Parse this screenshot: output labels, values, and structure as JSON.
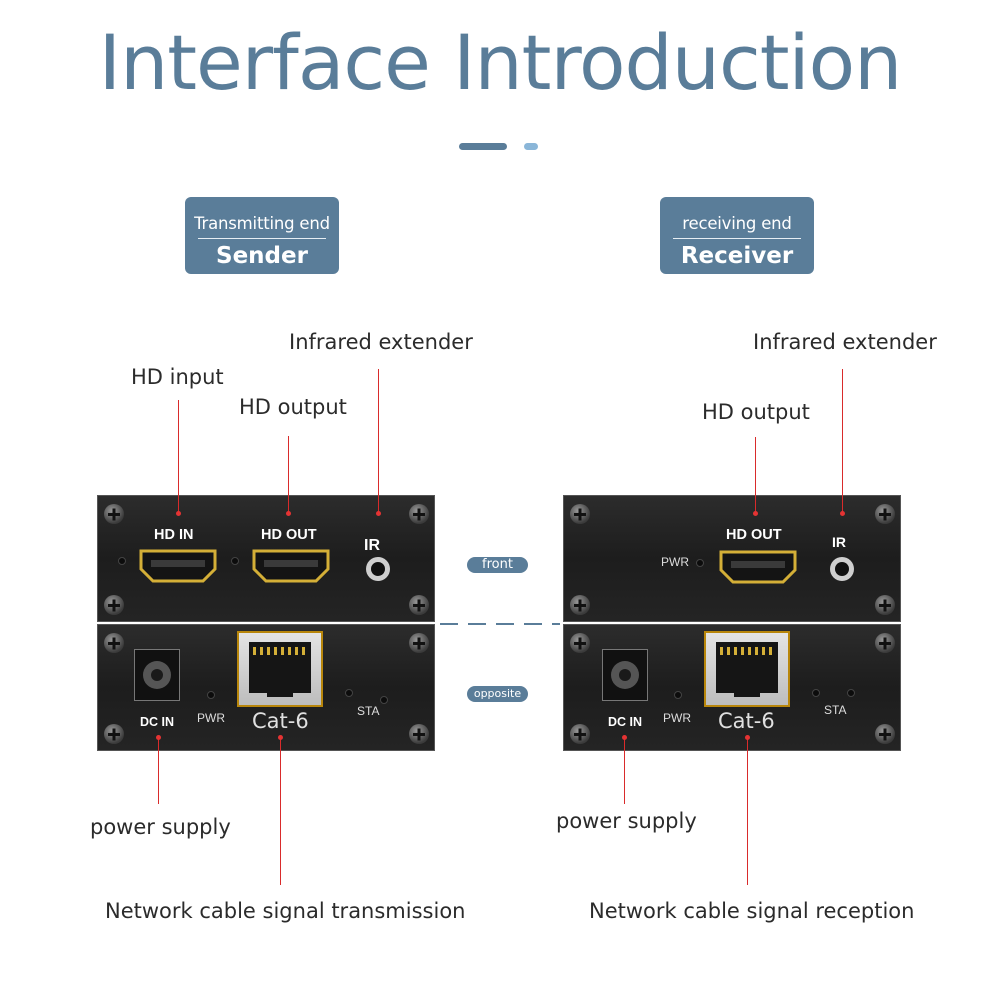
{
  "title": "Interface Introduction",
  "colors": {
    "accent": "#5a7d99",
    "accent_light": "#8ab6d8",
    "leader": "#d92b2b"
  },
  "sender": {
    "badge_top": "Transmitting end",
    "badge_bottom": "Sender",
    "callouts": {
      "infrared": "Infrared extender",
      "hd_input": "HD input",
      "hd_output": "HD output",
      "power": "power supply",
      "network": "Network cable signal transmission"
    },
    "front": {
      "hd_in": "HD IN",
      "hd_out": "HD OUT",
      "ir": "IR"
    },
    "back": {
      "dc_in": "DC IN",
      "pwr": "PWR",
      "cat": "Cat-6",
      "sta": "STA"
    }
  },
  "receiver": {
    "badge_top": "receiving end",
    "badge_bottom": "Receiver",
    "callouts": {
      "infrared": "Infrared extender",
      "hd_output": "HD output",
      "power": "power supply",
      "network": "Network cable signal reception"
    },
    "front": {
      "pwr": "PWR",
      "hd_out": "HD OUT",
      "ir": "IR"
    },
    "back": {
      "dc_in": "DC IN",
      "pwr": "PWR",
      "cat": "Cat-6",
      "sta": "STA"
    }
  },
  "tags": {
    "front": "front",
    "opposite": "opposite"
  }
}
